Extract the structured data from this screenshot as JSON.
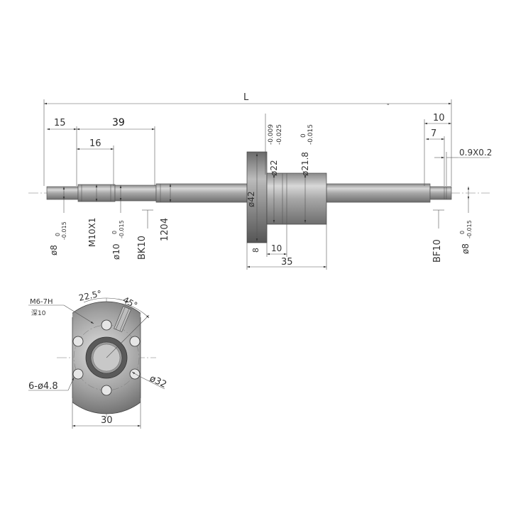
{
  "drawing": {
    "shaft": {
      "overall_length": "L",
      "end_length_15": "15",
      "journal_length_39": "39",
      "thread_length_16": "16",
      "dia_8_left": "ø8",
      "dia_8_left_tol": "0",
      "dia_8_left_tol_lo": "-0.015",
      "thread_m10": "M10X1",
      "dia_10": "ø10",
      "dia_10_tol": "0",
      "dia_10_tol_lo": "-0.015",
      "bk_support": "BK10",
      "shaft_code": "1204",
      "right_end_10": "10",
      "right_end_7": "7",
      "groove": "0.9X0.2",
      "bf_support": "BF10",
      "dia_8_right": "ø8",
      "dia_8_right_tol": "0",
      "dia_8_right_tol_lo": "-0.015"
    },
    "nut": {
      "flange_dia": "ø42",
      "body_dia": "ø22",
      "body_tol_hi": "-0.009",
      "body_tol_lo": "-0.025",
      "dia_218": "ø21.8",
      "dia_218_tol_hi": "0",
      "dia_218_tol_lo": "-0.015",
      "flange_thickness": "8",
      "length_10": "10",
      "nut_length": "35"
    },
    "flange_view": {
      "thread_spec": "M6-7H",
      "thread_depth": "深10",
      "angle_22_5": "22.5°",
      "angle_45": "45°",
      "holes": "6-ø4.8",
      "pcd": "ø32",
      "width_30": "30"
    }
  }
}
